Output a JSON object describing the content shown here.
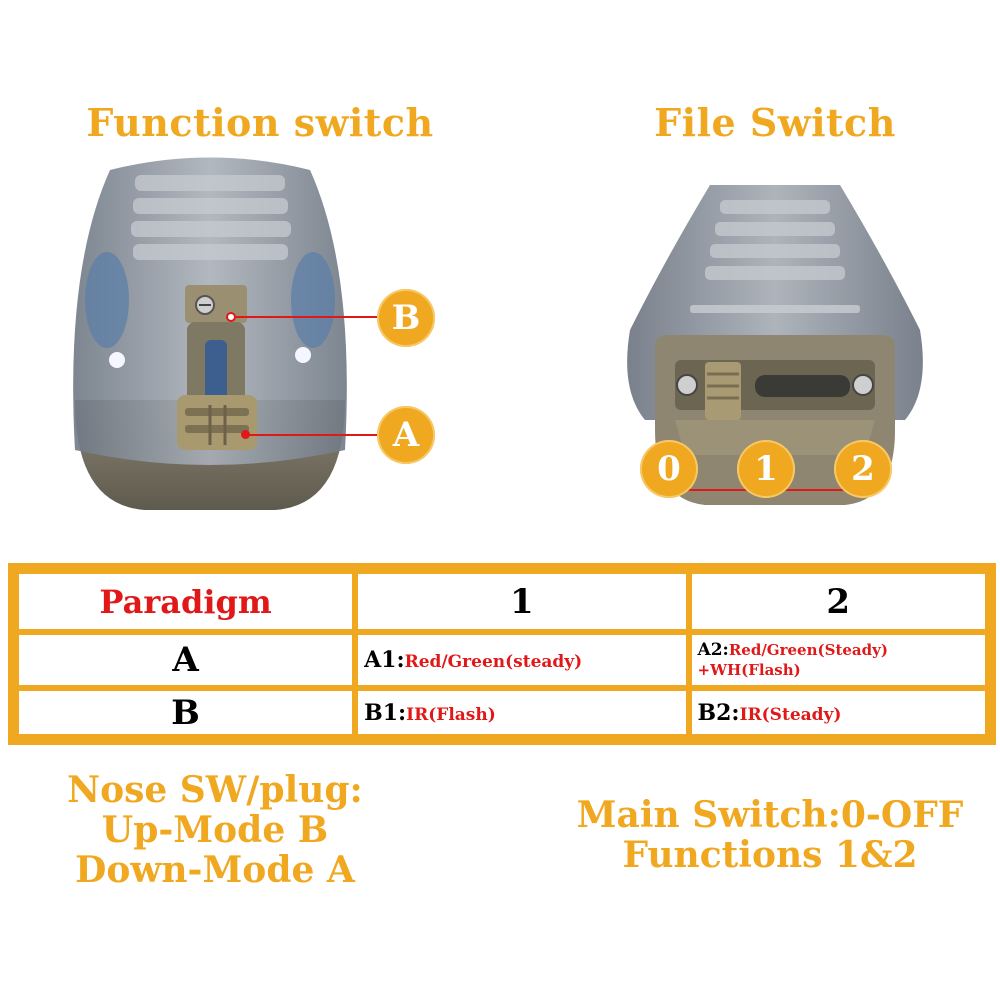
{
  "headings": {
    "left": "Function switch",
    "right": "File Switch"
  },
  "callouts": {
    "b": "B",
    "a": "A",
    "pos0": "0",
    "pos1": "1",
    "pos2": "2"
  },
  "table": {
    "header": {
      "corner": "Paradigm",
      "col1": "1",
      "col2": "2"
    },
    "rows": [
      {
        "mode": "A",
        "c1_code": "A1:",
        "c1_desc": "Red/Green(steady)",
        "c2_code": "A2:",
        "c2_desc": "Red/Green(Steady)",
        "c2_desc2": "+WH(Flash)"
      },
      {
        "mode": "B",
        "c1_code": "B1:",
        "c1_desc": "IR(Flash)",
        "c2_code": "B2:",
        "c2_desc": "IR(Steady)"
      }
    ]
  },
  "notes": {
    "left": [
      "Nose SW/plug:",
      "Up-Mode B",
      "Down-Mode A"
    ],
    "right": [
      "Main Switch:0-OFF",
      "Functions 1&2"
    ]
  },
  "colors": {
    "accent": "#f0a820",
    "red": "#e01818",
    "housing": "#7a7565",
    "shell": "#8f96a0"
  }
}
